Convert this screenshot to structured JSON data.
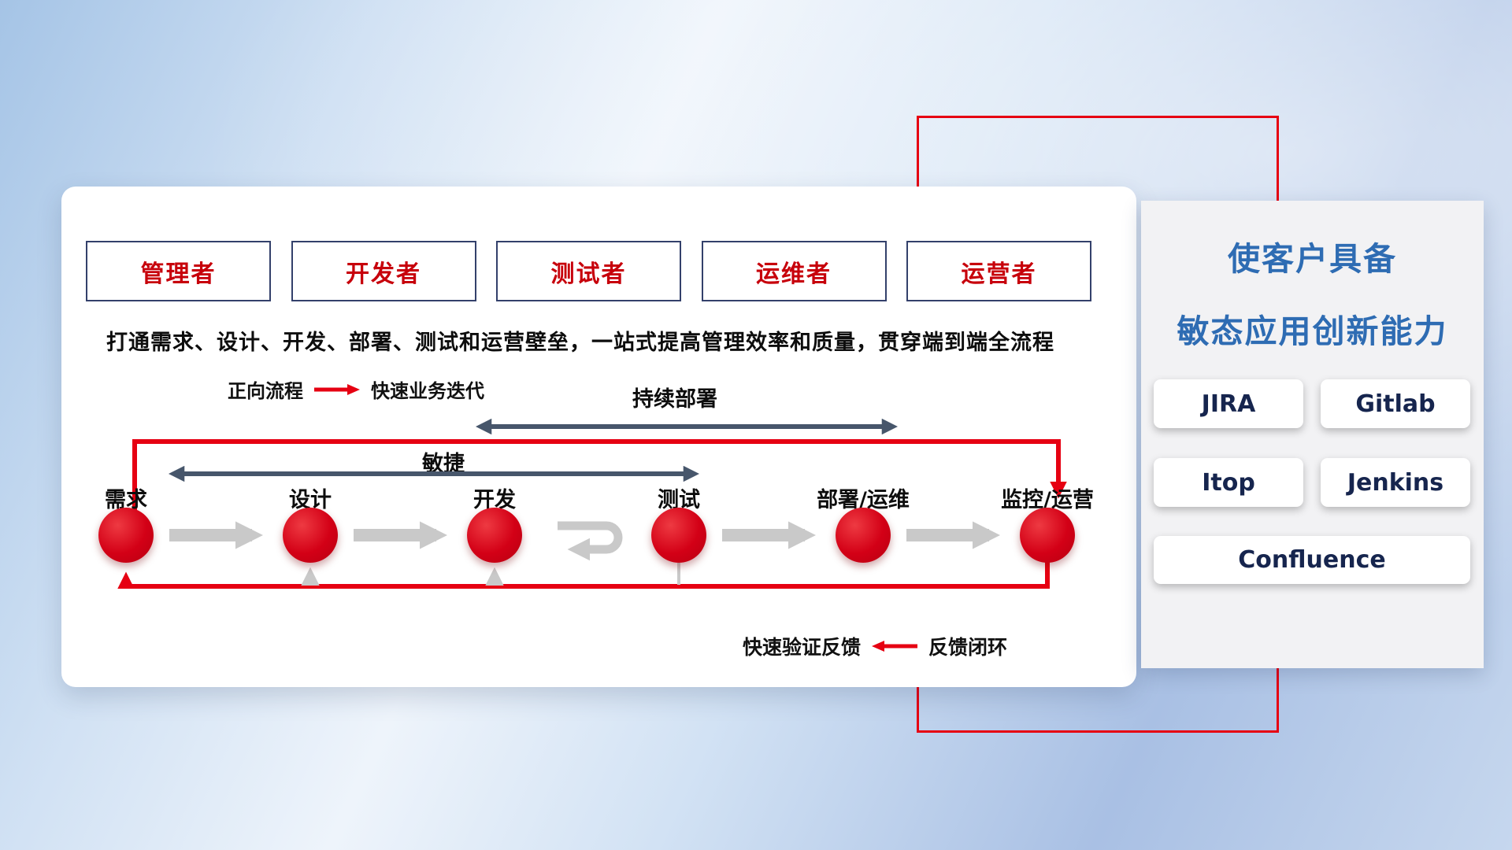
{
  "colors": {
    "accent_red": "#e60012",
    "node_red": "#d30016",
    "dark_arrow": "#47566b",
    "gray_arrow": "#c9c9c9",
    "role_box_border": "#33406b",
    "role_text_red": "#c7000b",
    "panel_title_blue": "#2e6cb3",
    "tool_text_navy": "#16254e",
    "panel_gray": "#f2f2f4"
  },
  "card": {
    "roles": [
      "管理者",
      "开发者",
      "测试者",
      "运维者",
      "运营者"
    ],
    "subtitle": "打通需求、设计、开发、部署、测试和运营壁垒，一站式提高管理效率和质量，贯穿端到端全流程",
    "legend_forward": {
      "label": "正向流程",
      "description": "快速业务迭代"
    },
    "legend_feedback": {
      "label": "快速验证反馈",
      "description": "反馈闭环"
    },
    "flow": {
      "stages": [
        "需求",
        "设计",
        "开发",
        "测试",
        "部署/运维",
        "监控/运营"
      ],
      "span_cd": "持续部署",
      "span_agile": "敏捷"
    }
  },
  "panel": {
    "title_line1": "使客户具备",
    "title_line2": "敏态应用创新能力",
    "tools": [
      "JIRA",
      "Gitlab",
      "Itop",
      "Jenkins",
      "Confluence"
    ]
  }
}
